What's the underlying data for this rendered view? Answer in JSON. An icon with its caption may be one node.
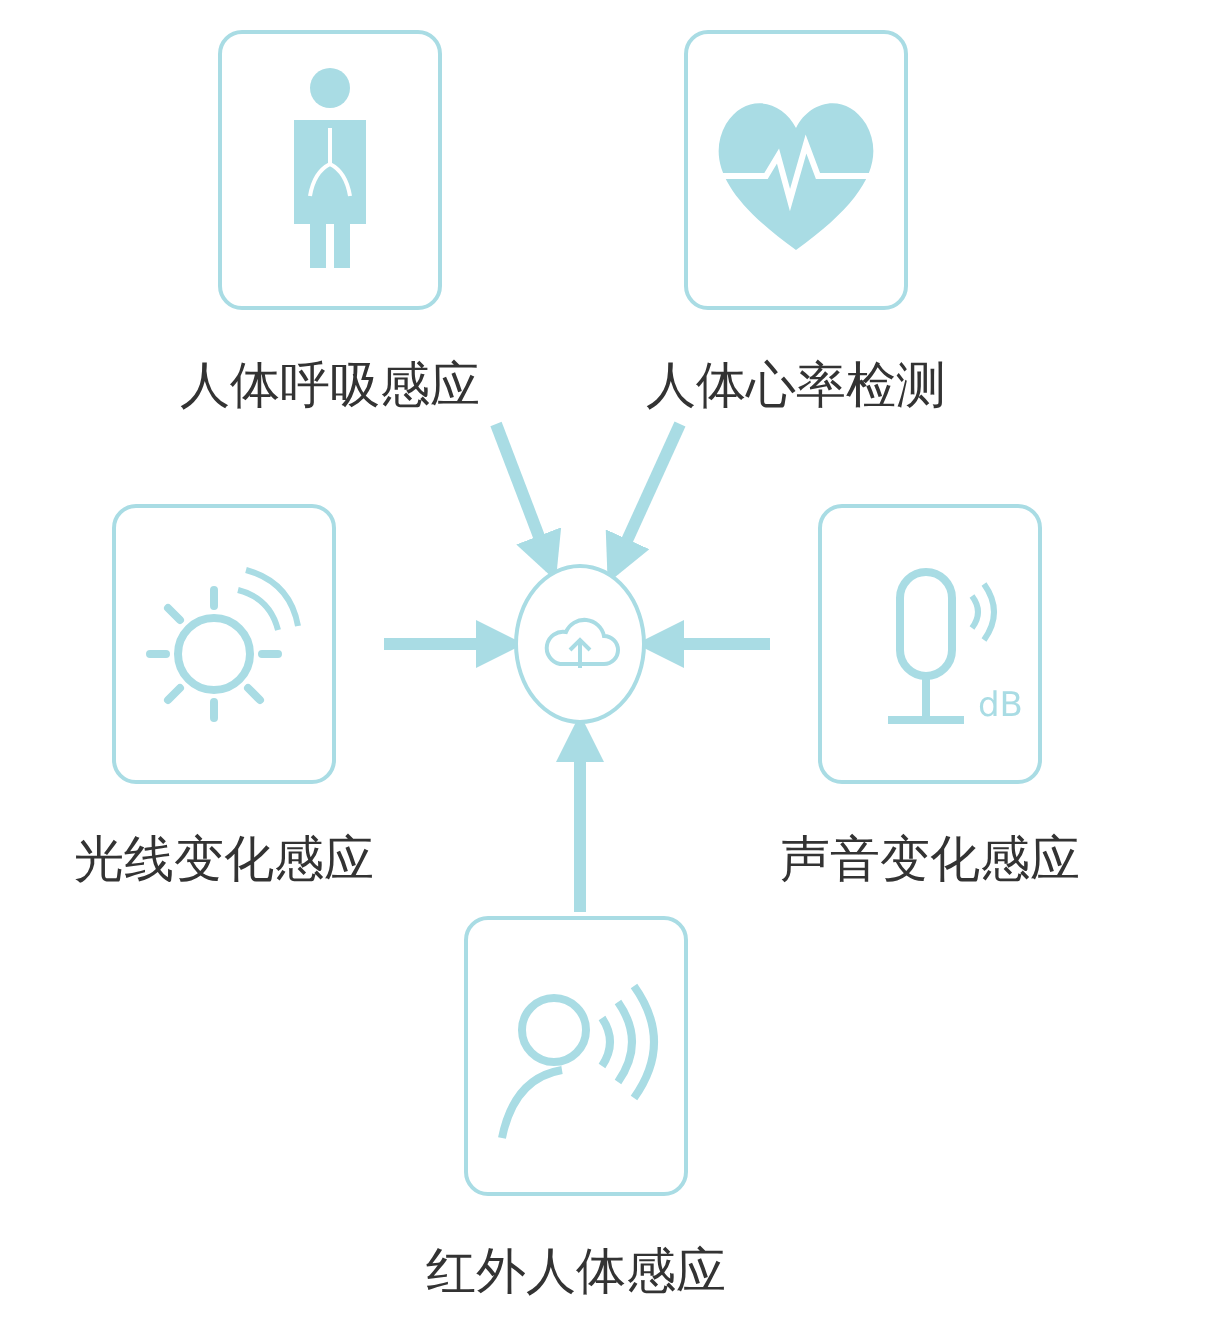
{
  "diagram": {
    "nodes": [
      {
        "text": [
          "人体呼吸感应"
        ]
      },
      {
        "text": [
          "人体心率检测"
        ]
      },
      {
        "text": [
          "光线变化感应"
        ]
      },
      {
        "text": [
          "dB",
          "声音变化感应"
        ]
      },
      {
        "text": [
          "红外人体感应"
        ]
      },
      {
        "text": [],
        "shape": "circle"
      }
    ],
    "edges": [
      {
        "from": 0,
        "to": 5,
        "arrow": "to"
      },
      {
        "from": 1,
        "to": 5,
        "arrow": "to"
      },
      {
        "from": 2,
        "to": 5,
        "arrow": "to"
      },
      {
        "from": 3,
        "to": 5,
        "arrow": "to"
      },
      {
        "from": 4,
        "to": 5,
        "arrow": "to"
      }
    ]
  }
}
